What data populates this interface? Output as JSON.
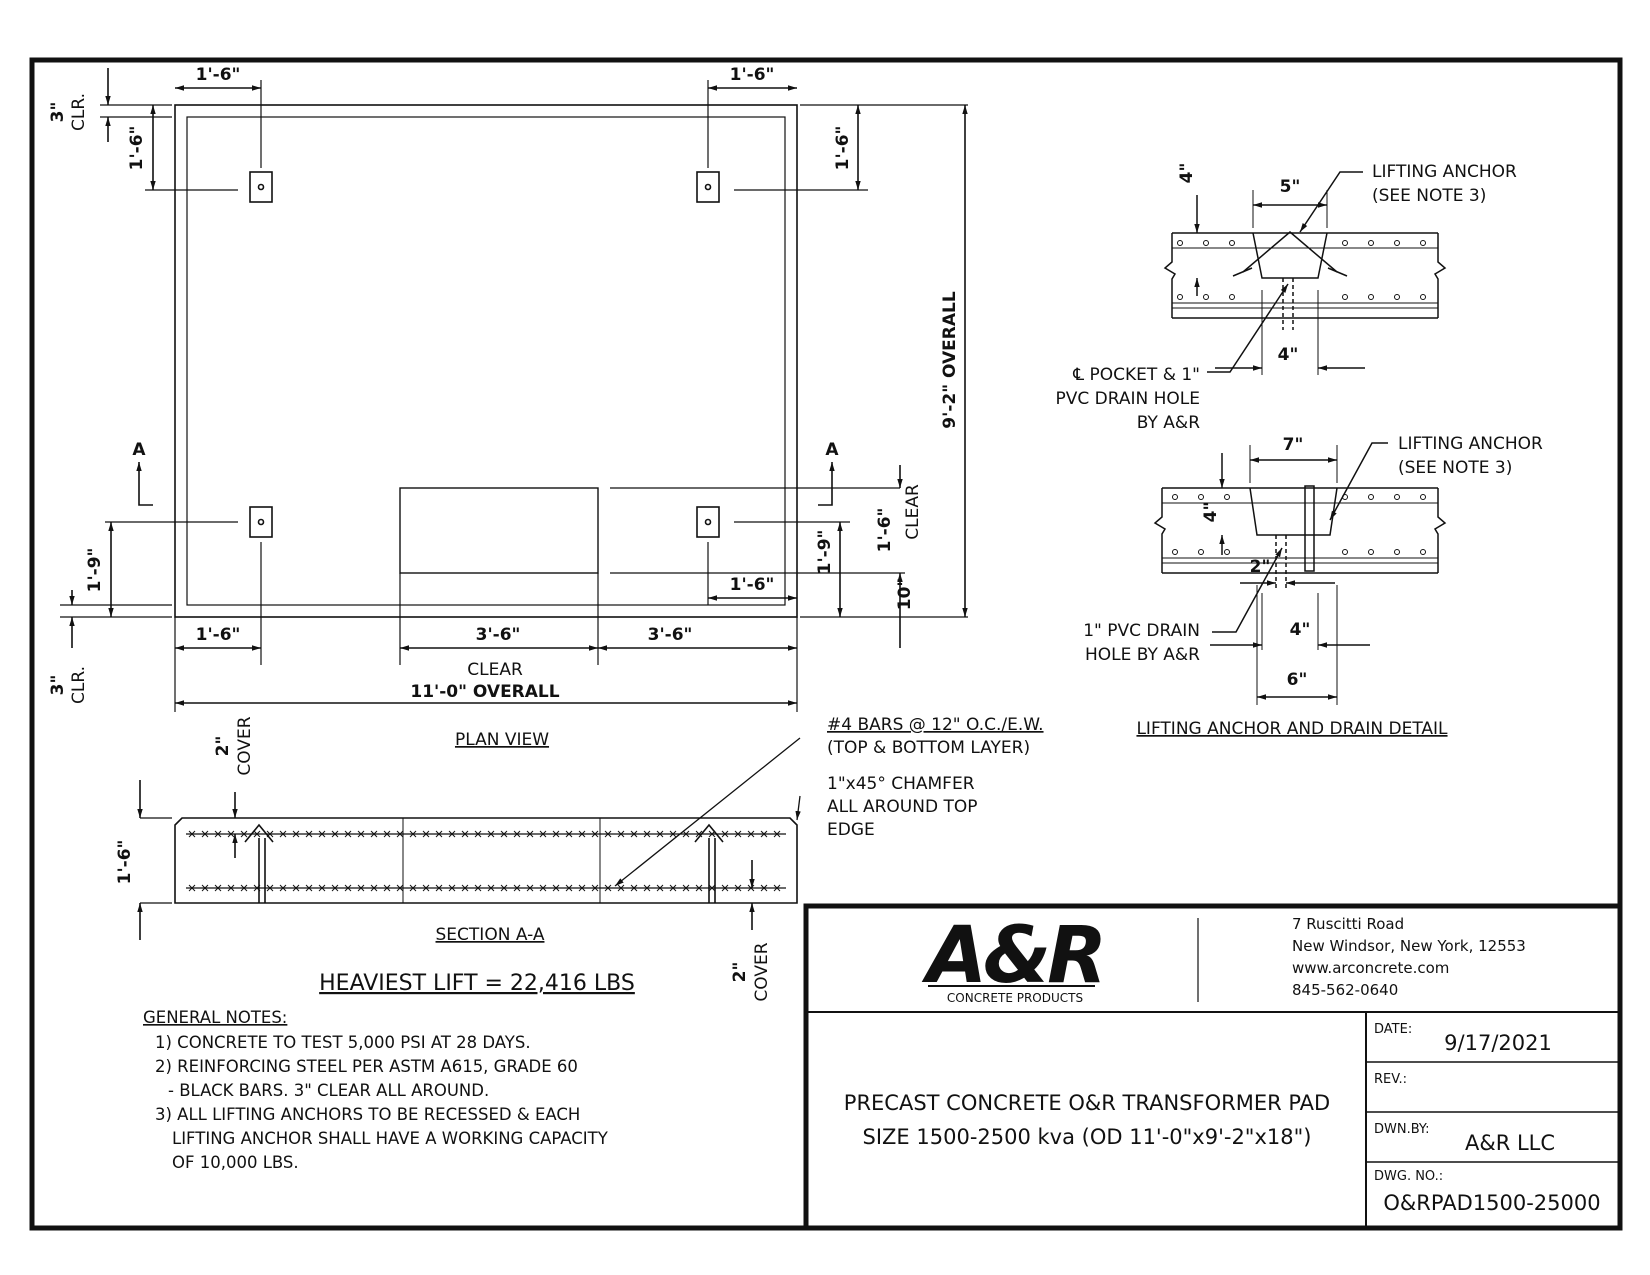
{
  "plan": {
    "title": "PLAN VIEW",
    "dims": {
      "top_left": "1'-6\"",
      "top_right": "1'-6\"",
      "clr_top": "3\"",
      "clr_top_word": "CLR.",
      "left_top": "1'-6\"",
      "right_top": "1'-6\"",
      "overall_height": "9'-2\" OVERALL",
      "left_bottom": "1'-9\"",
      "right_bottom": "1'-9\"",
      "clear_right": "1'-6\"",
      "clear_word": "CLEAR",
      "ten": "10\"",
      "bottom_inner": "1'-6\"",
      "bottom_left": "1'-6\"",
      "bottom_mid": "3'-6\"",
      "bottom_right": "3'-6\"",
      "clear_label": "CLEAR",
      "overall_width": "11'-0\" OVERALL",
      "clr_bottom": "3\"",
      "clr_bottom_word": "CLR."
    },
    "section_mark_left": "A",
    "section_mark_right": "A"
  },
  "section": {
    "title": "SECTION A-A",
    "cover_top": "2\"",
    "cover_top_word": "COVER",
    "height": "1'-6\"",
    "cover_bottom": "2\"",
    "cover_bottom_word": "COVER",
    "bars_line1": "#4 BARS @ 12\" O.C./E.W.",
    "bars_line2": "(TOP & BOTTOM LAYER)",
    "chamfer_line1": "1\"x45° CHAMFER",
    "chamfer_line2": "ALL AROUND TOP",
    "chamfer_line3": "EDGE"
  },
  "heaviest_lift": "HEAVIEST LIFT = 22,416 LBS",
  "notes": {
    "title": "GENERAL NOTES:",
    "n1": "1) CONCRETE TO TEST 5,000 PSI AT 28 DAYS.",
    "n2a": "2) REINFORCING STEEL PER ASTM A615, GRADE 60",
    "n2b": "- BLACK BARS. 3\" CLEAR ALL AROUND.",
    "n3a": "3) ALL LIFTING ANCHORS TO BE RECESSED & EACH",
    "n3b": "LIFTING ANCHOR SHALL HAVE A WORKING CAPACITY",
    "n3c": "OF 10,000 LBS."
  },
  "detail": {
    "title": "LIFTING ANCHOR AND DRAIN DETAIL",
    "d1_depth": "4\"",
    "d1_width": "5\"",
    "d1_anchor1": "LIFTING ANCHOR",
    "d1_anchor2": "(SEE NOTE 3)",
    "d1_bottom": "4\"",
    "d1_pocket1": "℄ POCKET & 1\"",
    "d1_pocket2": "PVC DRAIN HOLE",
    "d1_pocket3": "BY A&R",
    "d2_width": "7\"",
    "d2_anchor1": "LIFTING ANCHOR",
    "d2_anchor2": "(SEE NOTE 3)",
    "d2_depth": "4\"",
    "d2_two": "2\"",
    "d2_pvc1": "1\" PVC DRAIN",
    "d2_pvc2": "HOLE BY A&R",
    "d2_four": "4\"",
    "d2_six": "6\""
  },
  "title_block": {
    "logo_text": "A&R",
    "logo_sub": "CONCRETE PRODUCTS",
    "address1": "7 Ruscitti Road",
    "address2": "New Windsor, New York, 12553",
    "website": "www.arconcrete.com",
    "phone": "845-562-0640",
    "title1": "PRECAST CONCRETE O&R TRANSFORMER PAD",
    "title2": "SIZE 1500-2500 kva (OD 11'-0\"x9'-2\"x18\")",
    "date_label": "DATE:",
    "date_value": "9/17/2021",
    "rev_label": "REV.:",
    "dwn_label": "DWN.BY:",
    "dwn_value": "A&R LLC",
    "dwg_label": "DWG. NO.:",
    "dwg_value": "O&RPAD1500-25000"
  }
}
